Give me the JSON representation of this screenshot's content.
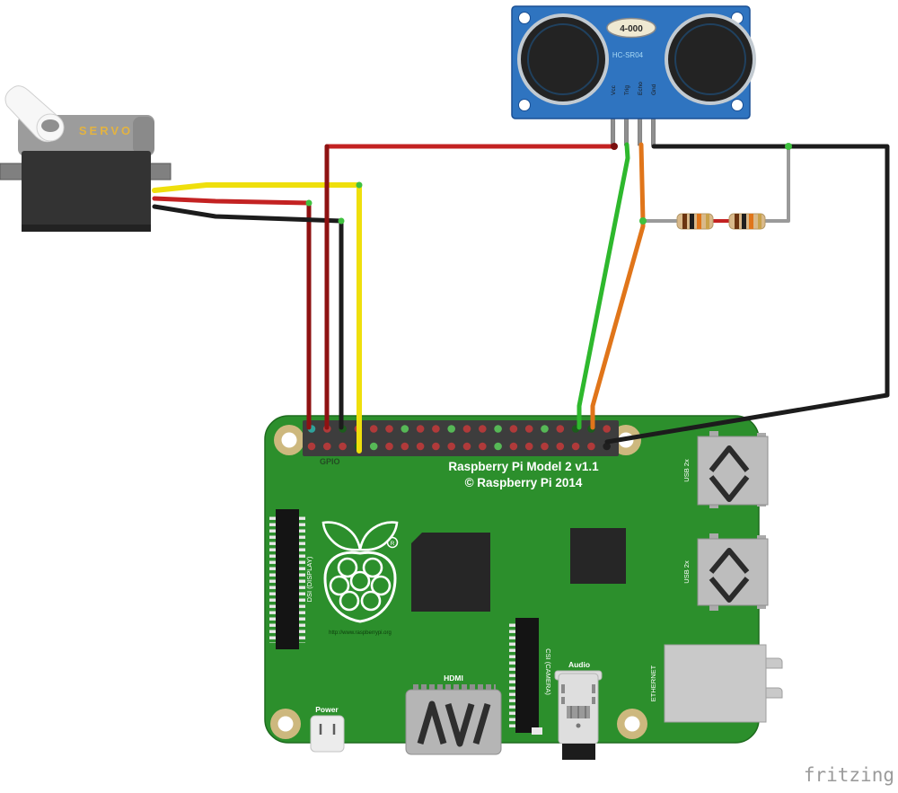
{
  "watermark": "fritzing",
  "sensor": {
    "crystal_label": "4-000",
    "model_label": "HC-SR04",
    "pin_labels": [
      "Vcc",
      "Trig",
      "Echo",
      "Gnd"
    ]
  },
  "servo": {
    "label": "SERVO"
  },
  "raspberry_pi": {
    "title": "Raspberry Pi Model 2 v1.1",
    "copyright": "© Raspberry Pi 2014",
    "gpio_label": "GPIO",
    "dsi_label": "DSI (DISPLAY)",
    "url_label": "http://www.raspberrypi.org",
    "csi_label": "CSI (CAMERA)",
    "power_label": "Power",
    "hdmi_label": "HDMI",
    "audio_label": "Audio",
    "ethernet_label": "ETHERNET",
    "usb_top_label": "USB 2x",
    "usb_bottom_label": "USB 2x",
    "logo_registered_mark": "R",
    "gpio_pins": {
      "top": [
        "#2fa29b",
        "#b03a3a",
        "#1c5c1c",
        "#b03a3a",
        "#b03a3a",
        "#b03a3a",
        "#56b856",
        "#b03a3a",
        "#b03a3a",
        "#56b856",
        "#b03a3a",
        "#b03a3a",
        "#56b856",
        "#b03a3a",
        "#b03a3a",
        "#56b856",
        "#b03a3a",
        "#1c5c1c",
        "#1c5c1c",
        "#b03a3a"
      ],
      "bottom": [
        "#b03a3a",
        "#b03a3a",
        "#b03a3a",
        "#1c5c1c",
        "#56b856",
        "#b03a3a",
        "#b03a3a",
        "#b03a3a",
        "#b03a3a",
        "#b03a3a",
        "#b03a3a",
        "#b03a3a",
        "#56b856",
        "#b03a3a",
        "#b03a3a",
        "#b03a3a",
        "#b03a3a",
        "#b03a3a",
        "#b03a3a",
        "#202020"
      ]
    }
  },
  "resistors": {
    "count": 2,
    "band_colors": [
      "#6b3410",
      "#1e1e1e",
      "#e0751a",
      "#c9a24b"
    ]
  },
  "colors": {
    "board_green": "#2c8f2c",
    "sensor_blue": "#2f74c0",
    "wire_red": "#c32222",
    "wire_dark_red": "#8e1212",
    "wire_yellow": "#efdf0c",
    "wire_black": "#1c1c1c",
    "wire_green": "#2eb82d",
    "wire_orange": "#e0751a",
    "wire_gray": "#9a9a9a",
    "junction_green": "#3fc13f"
  },
  "connections": [
    {
      "wire": "red",
      "from": "hc-sr04-vcc",
      "to": "gpio-header"
    },
    {
      "wire": "green",
      "from": "hc-sr04-trig",
      "to": "gpio-header"
    },
    {
      "wire": "orange",
      "from": "hc-sr04-echo",
      "to": "gpio-header-via-resistor-divider"
    },
    {
      "wire": "black",
      "from": "hc-sr04-gnd",
      "to": "gpio-header"
    },
    {
      "wire": "red",
      "from": "servo-power",
      "to": "gpio-header"
    },
    {
      "wire": "yellow",
      "from": "servo-signal",
      "to": "gpio-header"
    },
    {
      "wire": "black",
      "from": "servo-ground",
      "to": "gpio-header"
    },
    {
      "wire": "gray",
      "from": "echo-divider-junction",
      "to": "gnd-wire-via-two-resistors"
    }
  ]
}
